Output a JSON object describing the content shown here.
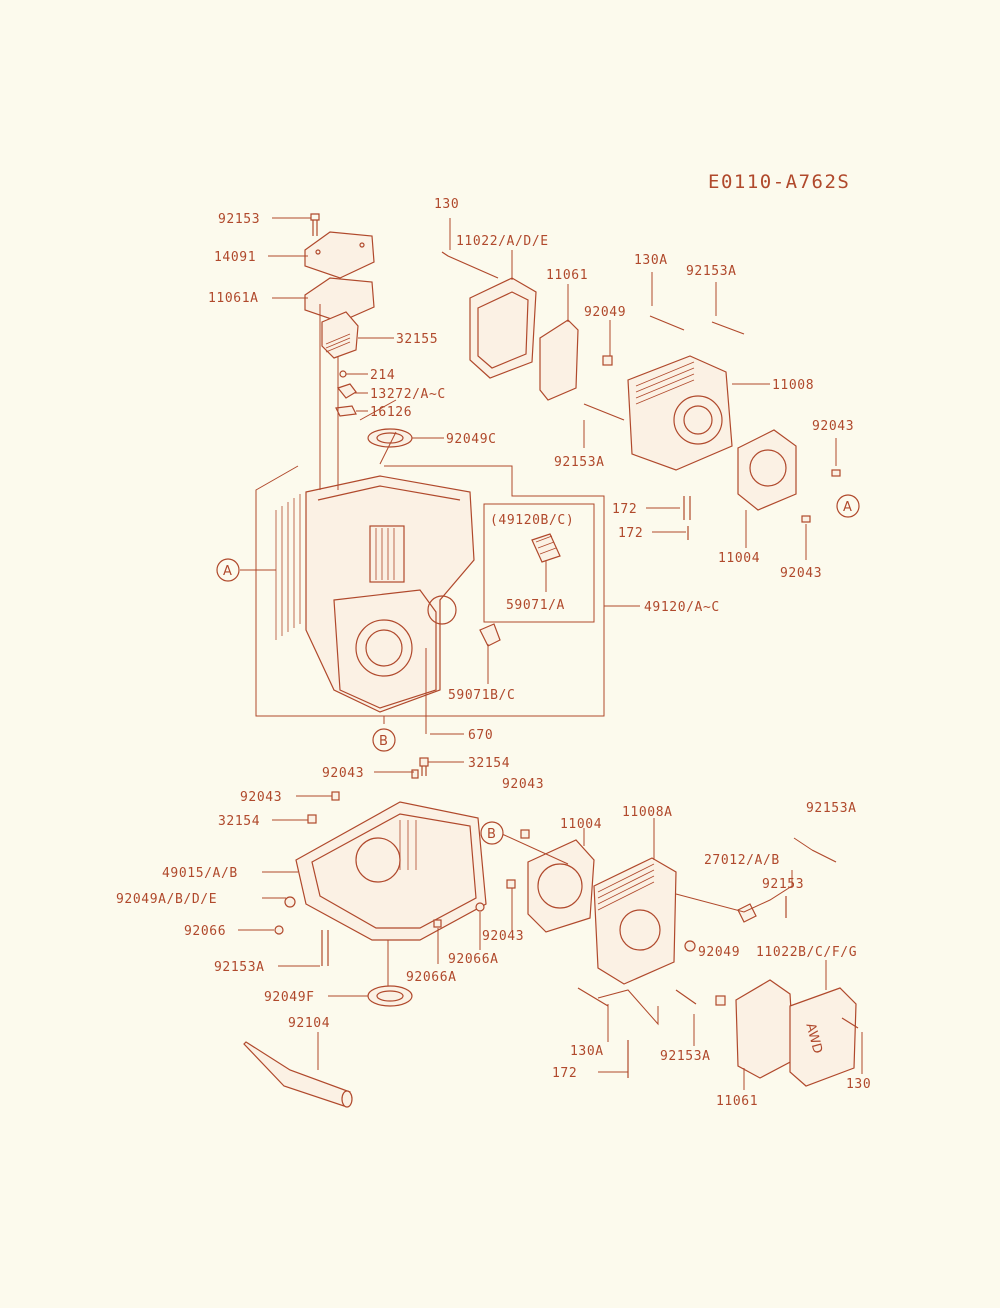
{
  "diagram_code": "E0110-A762S",
  "labels": {
    "p92153_top": "92153",
    "p14091": "14091",
    "p11061A": "11061A",
    "p32155": "32155",
    "p214": "214",
    "p13272": "13272/A~C",
    "p16126": "16126",
    "p92049C": "92049C",
    "p130_top": "130",
    "p11022": "11022/A/D/E",
    "p11061_top": "11061",
    "p130A_top": "130A",
    "p92153A_top": "92153A",
    "p92049_top": "92049",
    "p11008": "11008",
    "p92043_r1": "92043",
    "p92153A_mid": "92153A",
    "p172_a": "172",
    "p172_b": "172",
    "p11004_top": "11004",
    "p92043_r2": "92043",
    "p49120BC": "(49120B/C)",
    "p59071A": "59071/A",
    "p49120": "49120/A~C",
    "p59071BC": "59071B/C",
    "p670": "670",
    "p32154_top": "32154",
    "p92043_mid": "92043",
    "p92043_left": "92043",
    "p32154_left": "32154",
    "p49015": "49015/A/B",
    "p92049ABDE": "92049A/B/D/E",
    "p92066": "92066",
    "p92153A_left": "92153A",
    "p92049F": "92049F",
    "p92104": "92104",
    "p92066A_a": "92066A",
    "p92066A_b": "92066A",
    "p92043_center": "92043",
    "p11004_bottom": "11004",
    "p92043_center2": "92043",
    "p11008A": "11008A",
    "p92153A_right": "92153A",
    "p27012": "27012/A/B",
    "p92153_right": "92153",
    "p92049_bottom": "92049",
    "p11022BCFG": "11022B/C/F/G",
    "p130A_bottom": "130A",
    "p92153A_bottom": "92153A",
    "p172_bottom": "172",
    "p11061_bottom": "11061",
    "p130_bottom": "130",
    "ref_A": "A",
    "ref_B": "B"
  },
  "stamp_text": "AWD"
}
